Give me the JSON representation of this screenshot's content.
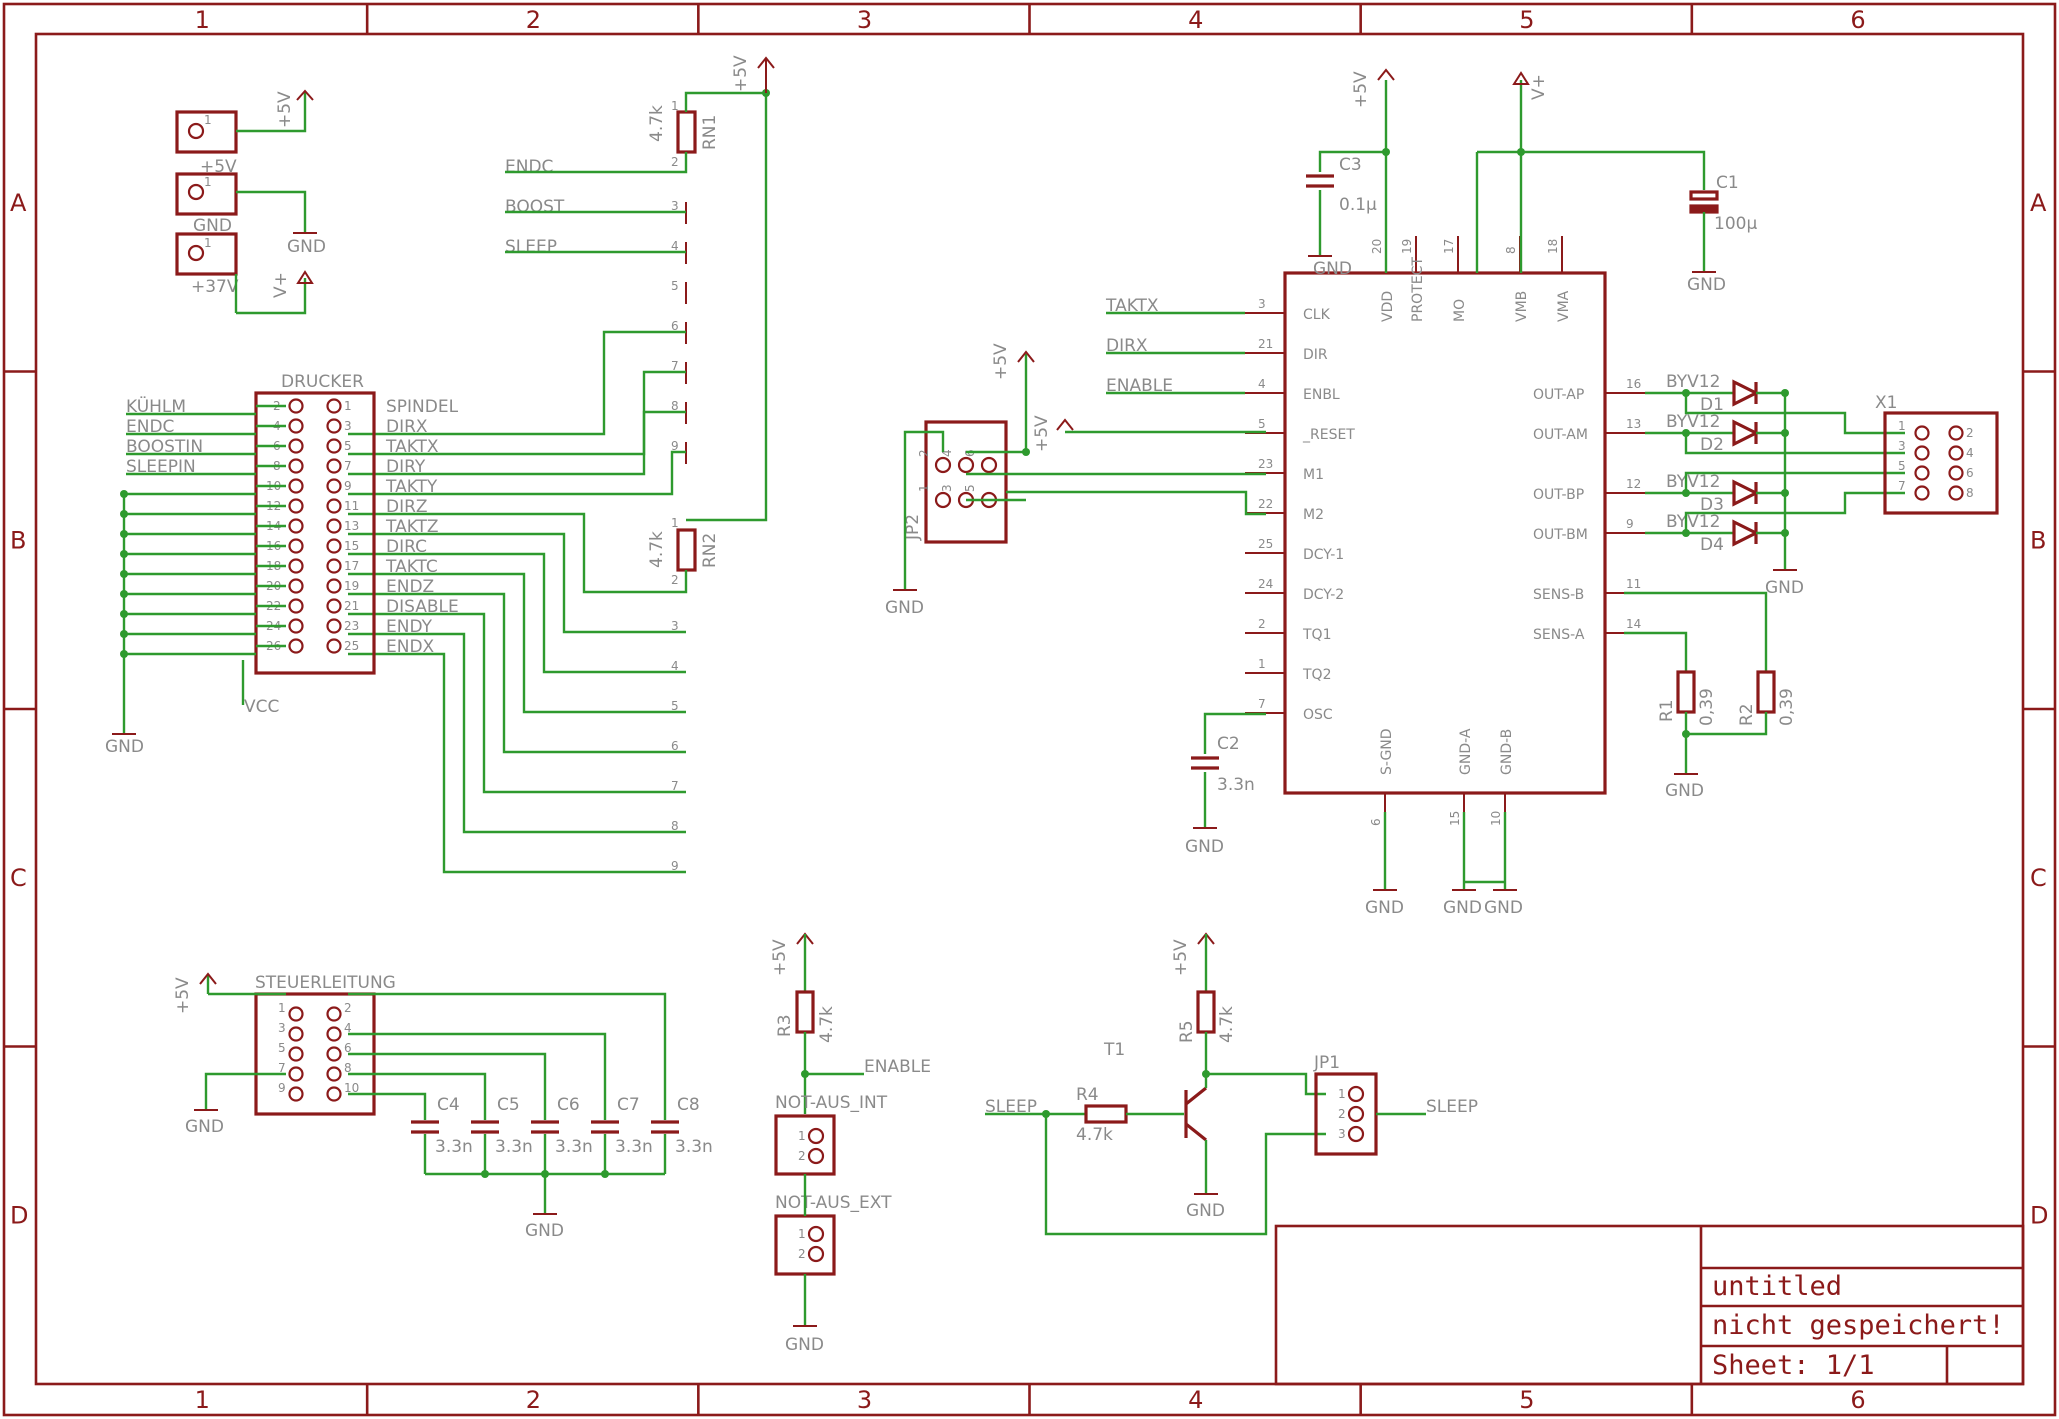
{
  "grid": {
    "columns": [
      "1",
      "2",
      "3",
      "4",
      "5",
      "6"
    ],
    "rows": [
      "A",
      "B",
      "C",
      "D"
    ]
  },
  "colors": {
    "frame": "#8b1a1a",
    "wire": "#2e9a2e",
    "text": "#8a8a8a"
  },
  "title_block": {
    "name": "untitled",
    "status": "nicht gespeichert!",
    "sheet": "Sheet: 1/1"
  },
  "power_header": {
    "rails": [
      "+5V",
      "GND",
      "+37V"
    ],
    "supplies": [
      "+5V",
      "GND",
      "V+"
    ],
    "pin": "1"
  },
  "rn1": {
    "name": "RN1",
    "value": "4.7k",
    "supply": "+5V",
    "nets": [
      "ENDC",
      "BOOST",
      "SLEEP"
    ],
    "pins": [
      "1",
      "2",
      "3",
      "4",
      "5",
      "6",
      "7",
      "8",
      "9"
    ]
  },
  "rn2": {
    "name": "RN2",
    "value": "4.7k",
    "pins": [
      "1",
      "2",
      "3",
      "4",
      "5",
      "6",
      "7",
      "8",
      "9"
    ]
  },
  "drucker": {
    "name": "DRUCKER",
    "left_labels": [
      "KÜHLM",
      "ENDC",
      "BOOSTIN",
      "SLEEPIN"
    ],
    "right_labels": [
      "SPINDEL",
      "DIRX",
      "TAKTX",
      "DIRY",
      "TAKTY",
      "DIRZ",
      "TAKTZ",
      "DIRC",
      "TAKTC",
      "ENDZ",
      "DISABLE",
      "ENDY",
      "ENDX"
    ],
    "left_pins": [
      "2",
      "4",
      "6",
      "8",
      "10",
      "12",
      "14",
      "16",
      "18",
      "20",
      "22",
      "24",
      "26"
    ],
    "right_pins": [
      "1",
      "3",
      "5",
      "7",
      "9",
      "11",
      "13",
      "15",
      "17",
      "19",
      "21",
      "23",
      "25"
    ],
    "vcc": "VCC",
    "gnd": "GND"
  },
  "driver": {
    "left_pins": [
      {
        "num": "3",
        "name": "CLK",
        "net": "TAKTX"
      },
      {
        "num": "21",
        "name": "DIR",
        "net": "DIRX"
      },
      {
        "num": "4",
        "name": "ENBL",
        "net": "ENABLE"
      },
      {
        "num": "5",
        "name": "_RESET",
        "net": ""
      },
      {
        "num": "23",
        "name": "M1",
        "net": ""
      },
      {
        "num": "22",
        "name": "M2",
        "net": ""
      },
      {
        "num": "25",
        "name": "DCY-1",
        "net": ""
      },
      {
        "num": "24",
        "name": "DCY-2",
        "net": ""
      },
      {
        "num": "2",
        "name": "TQ1",
        "net": ""
      },
      {
        "num": "1",
        "name": "TQ2",
        "net": ""
      },
      {
        "num": "7",
        "name": "OSC",
        "net": ""
      }
    ],
    "top_pins": [
      {
        "num": "20",
        "name": "VDD"
      },
      {
        "num": "19",
        "name": "PROTECT"
      },
      {
        "num": "17",
        "name": "MO"
      },
      {
        "num": "8",
        "name": "VMB"
      },
      {
        "num": "18",
        "name": "VMA"
      }
    ],
    "right_pins": [
      {
        "num": "16",
        "name": "OUT-AP"
      },
      {
        "num": "13",
        "name": "OUT-AM"
      },
      {
        "num": "12",
        "name": "OUT-BP"
      },
      {
        "num": "9",
        "name": "OUT-BM"
      },
      {
        "num": "11",
        "name": "SENS-B"
      },
      {
        "num": "14",
        "name": "SENS-A"
      }
    ],
    "bottom_pins": [
      {
        "num": "6",
        "name": "S-GND"
      },
      {
        "num": "15",
        "name": "GND-A"
      },
      {
        "num": "10",
        "name": "GND-B"
      }
    ]
  },
  "caps": {
    "c3": {
      "name": "C3",
      "value": "0.1µ"
    },
    "c1": {
      "name": "C1",
      "value": "100µ"
    },
    "c2": {
      "name": "C2",
      "value": "3.3n"
    },
    "bank": [
      {
        "name": "C4",
        "value": "3.3n"
      },
      {
        "name": "C5",
        "value": "3.3n"
      },
      {
        "name": "C6",
        "value": "3.3n"
      },
      {
        "name": "C7",
        "value": "3.3n"
      },
      {
        "name": "C8",
        "value": "3.3n"
      }
    ]
  },
  "diodes": [
    {
      "type": "BYV12",
      "name": "D1"
    },
    {
      "type": "BYV12",
      "name": "D2"
    },
    {
      "type": "BYV12",
      "name": "D3"
    },
    {
      "type": "BYV12",
      "name": "D4"
    }
  ],
  "x1": {
    "name": "X1",
    "left_pins": [
      "1",
      "3",
      "5",
      "7"
    ],
    "right_pins": [
      "2",
      "4",
      "6",
      "8"
    ]
  },
  "sense": [
    {
      "name": "R1",
      "value": "0,39"
    },
    {
      "name": "R2",
      "value": "0,39"
    }
  ],
  "jp2": {
    "name": "JP2",
    "pins": [
      "2",
      "4",
      "6",
      "1",
      "3",
      "5"
    ]
  },
  "steuerleitung": {
    "name": "STEUERLEITUNG",
    "left_pins": [
      "1",
      "3",
      "5",
      "7",
      "9"
    ],
    "right_pins": [
      "2",
      "4",
      "6",
      "8",
      "10"
    ]
  },
  "not_aus": {
    "r3": {
      "name": "R3",
      "value": "4.7k"
    },
    "enable": "ENABLE",
    "int": "NOT-AUS_INT",
    "ext": "NOT-AUS_EXT",
    "pins": [
      "1",
      "2"
    ]
  },
  "sleep_circuit": {
    "r4": {
      "name": "R4",
      "value": "4.7k"
    },
    "r5": {
      "name": "R5",
      "value": "4.7k"
    },
    "t1": "T1",
    "jp1": "JP1",
    "jp1_pins": [
      "1",
      "2",
      "3"
    ],
    "sleep_in": "SLEEP",
    "sleep_out": "SLEEP"
  },
  "net_labels": {
    "plus5v": "+5V",
    "gnd": "GND",
    "vplus": "V+"
  }
}
